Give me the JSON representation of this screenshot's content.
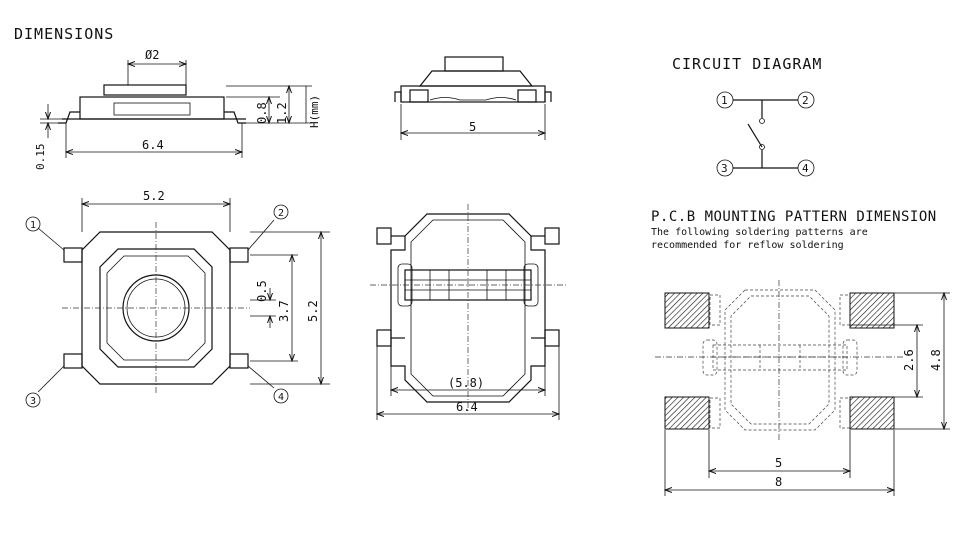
{
  "sections": {
    "dimensions_title": "DIMENSIONS",
    "circuit_title": "CIRCUIT DIAGRAM",
    "pcb_title": "P.C.B MOUNTING PATTERN DIMENSION",
    "pcb_note_1": "The following soldering patterns are",
    "pcb_note_2": "recommended for reflow soldering"
  },
  "side_view": {
    "diameter_label": "Ø2",
    "width_label": "6.4",
    "body_height_label": "0.8",
    "total_height_label": "1.2",
    "h_label": "H(mm)",
    "terminal_thickness_label": "0.15"
  },
  "front_view": {
    "width_label": "5"
  },
  "top_view": {
    "width_label": "5.2",
    "height_label": "5.2",
    "inner_label": "3.7",
    "gap_label": "0.5",
    "pins": [
      "1",
      "2",
      "3",
      "4"
    ]
  },
  "bottom_view": {
    "inner_width_label": "(5.8)",
    "outer_width_label": "6.4"
  },
  "circuit": {
    "pins": [
      "1",
      "2",
      "3",
      "4"
    ]
  },
  "pcb": {
    "inner_width_label": "5",
    "outer_width_label": "8",
    "inner_height_label": "2.6",
    "outer_height_label": "4.8"
  }
}
